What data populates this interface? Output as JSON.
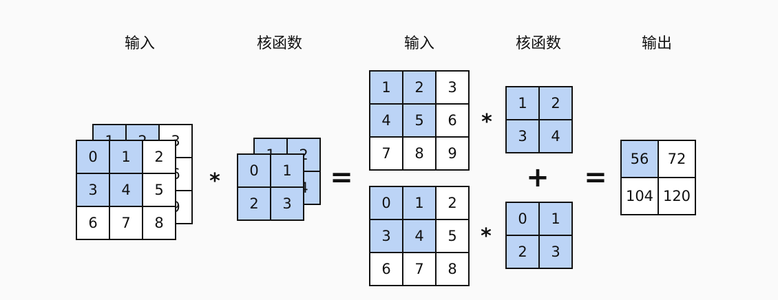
{
  "labels": {
    "input_left": "输入",
    "kernel_left": "核函数",
    "input_right": "输入",
    "kernel_right": "核函数",
    "output": "输出"
  },
  "operators": {
    "conv": "*",
    "equals": "=",
    "plus": "+"
  },
  "colors": {
    "highlight": "#bcd4f6",
    "background": "#fafafa",
    "border": "#111111"
  },
  "input": {
    "channel_0": [
      [
        "0",
        "1",
        "2"
      ],
      [
        "3",
        "4",
        "5"
      ],
      [
        "6",
        "7",
        "8"
      ]
    ],
    "channel_1": [
      [
        "1",
        "2",
        "3"
      ],
      [
        "4",
        "5",
        "6"
      ],
      [
        "7",
        "8",
        "9"
      ]
    ]
  },
  "kernel": {
    "channel_0": [
      [
        "0",
        "1"
      ],
      [
        "2",
        "3"
      ]
    ],
    "channel_1": [
      [
        "1",
        "2"
      ],
      [
        "3",
        "4"
      ]
    ]
  },
  "output": [
    [
      "56",
      "72"
    ],
    [
      "104",
      "120"
    ]
  ]
}
